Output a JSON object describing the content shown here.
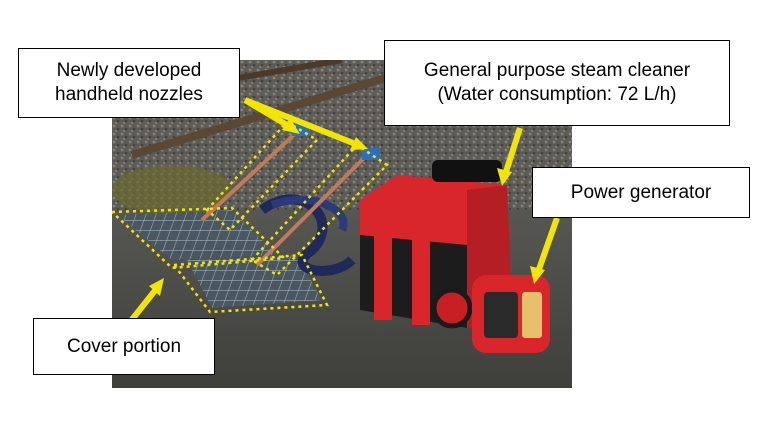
{
  "callouts": {
    "nozzles": {
      "line1": "Newly developed",
      "line2": "handheld nozzles"
    },
    "steam": {
      "line1": "General purpose steam cleaner",
      "line2": "(Water consumption: 72 L/h)"
    },
    "power": {
      "line1": "Power generator"
    },
    "cover": {
      "line1": "Cover portion"
    }
  },
  "colors": {
    "arrow": "#f2e600",
    "outline_dash": "#f2e600",
    "machine_red": "#d8262b"
  },
  "photo_subject": "steam-cleaner-with-generator-on-railway"
}
